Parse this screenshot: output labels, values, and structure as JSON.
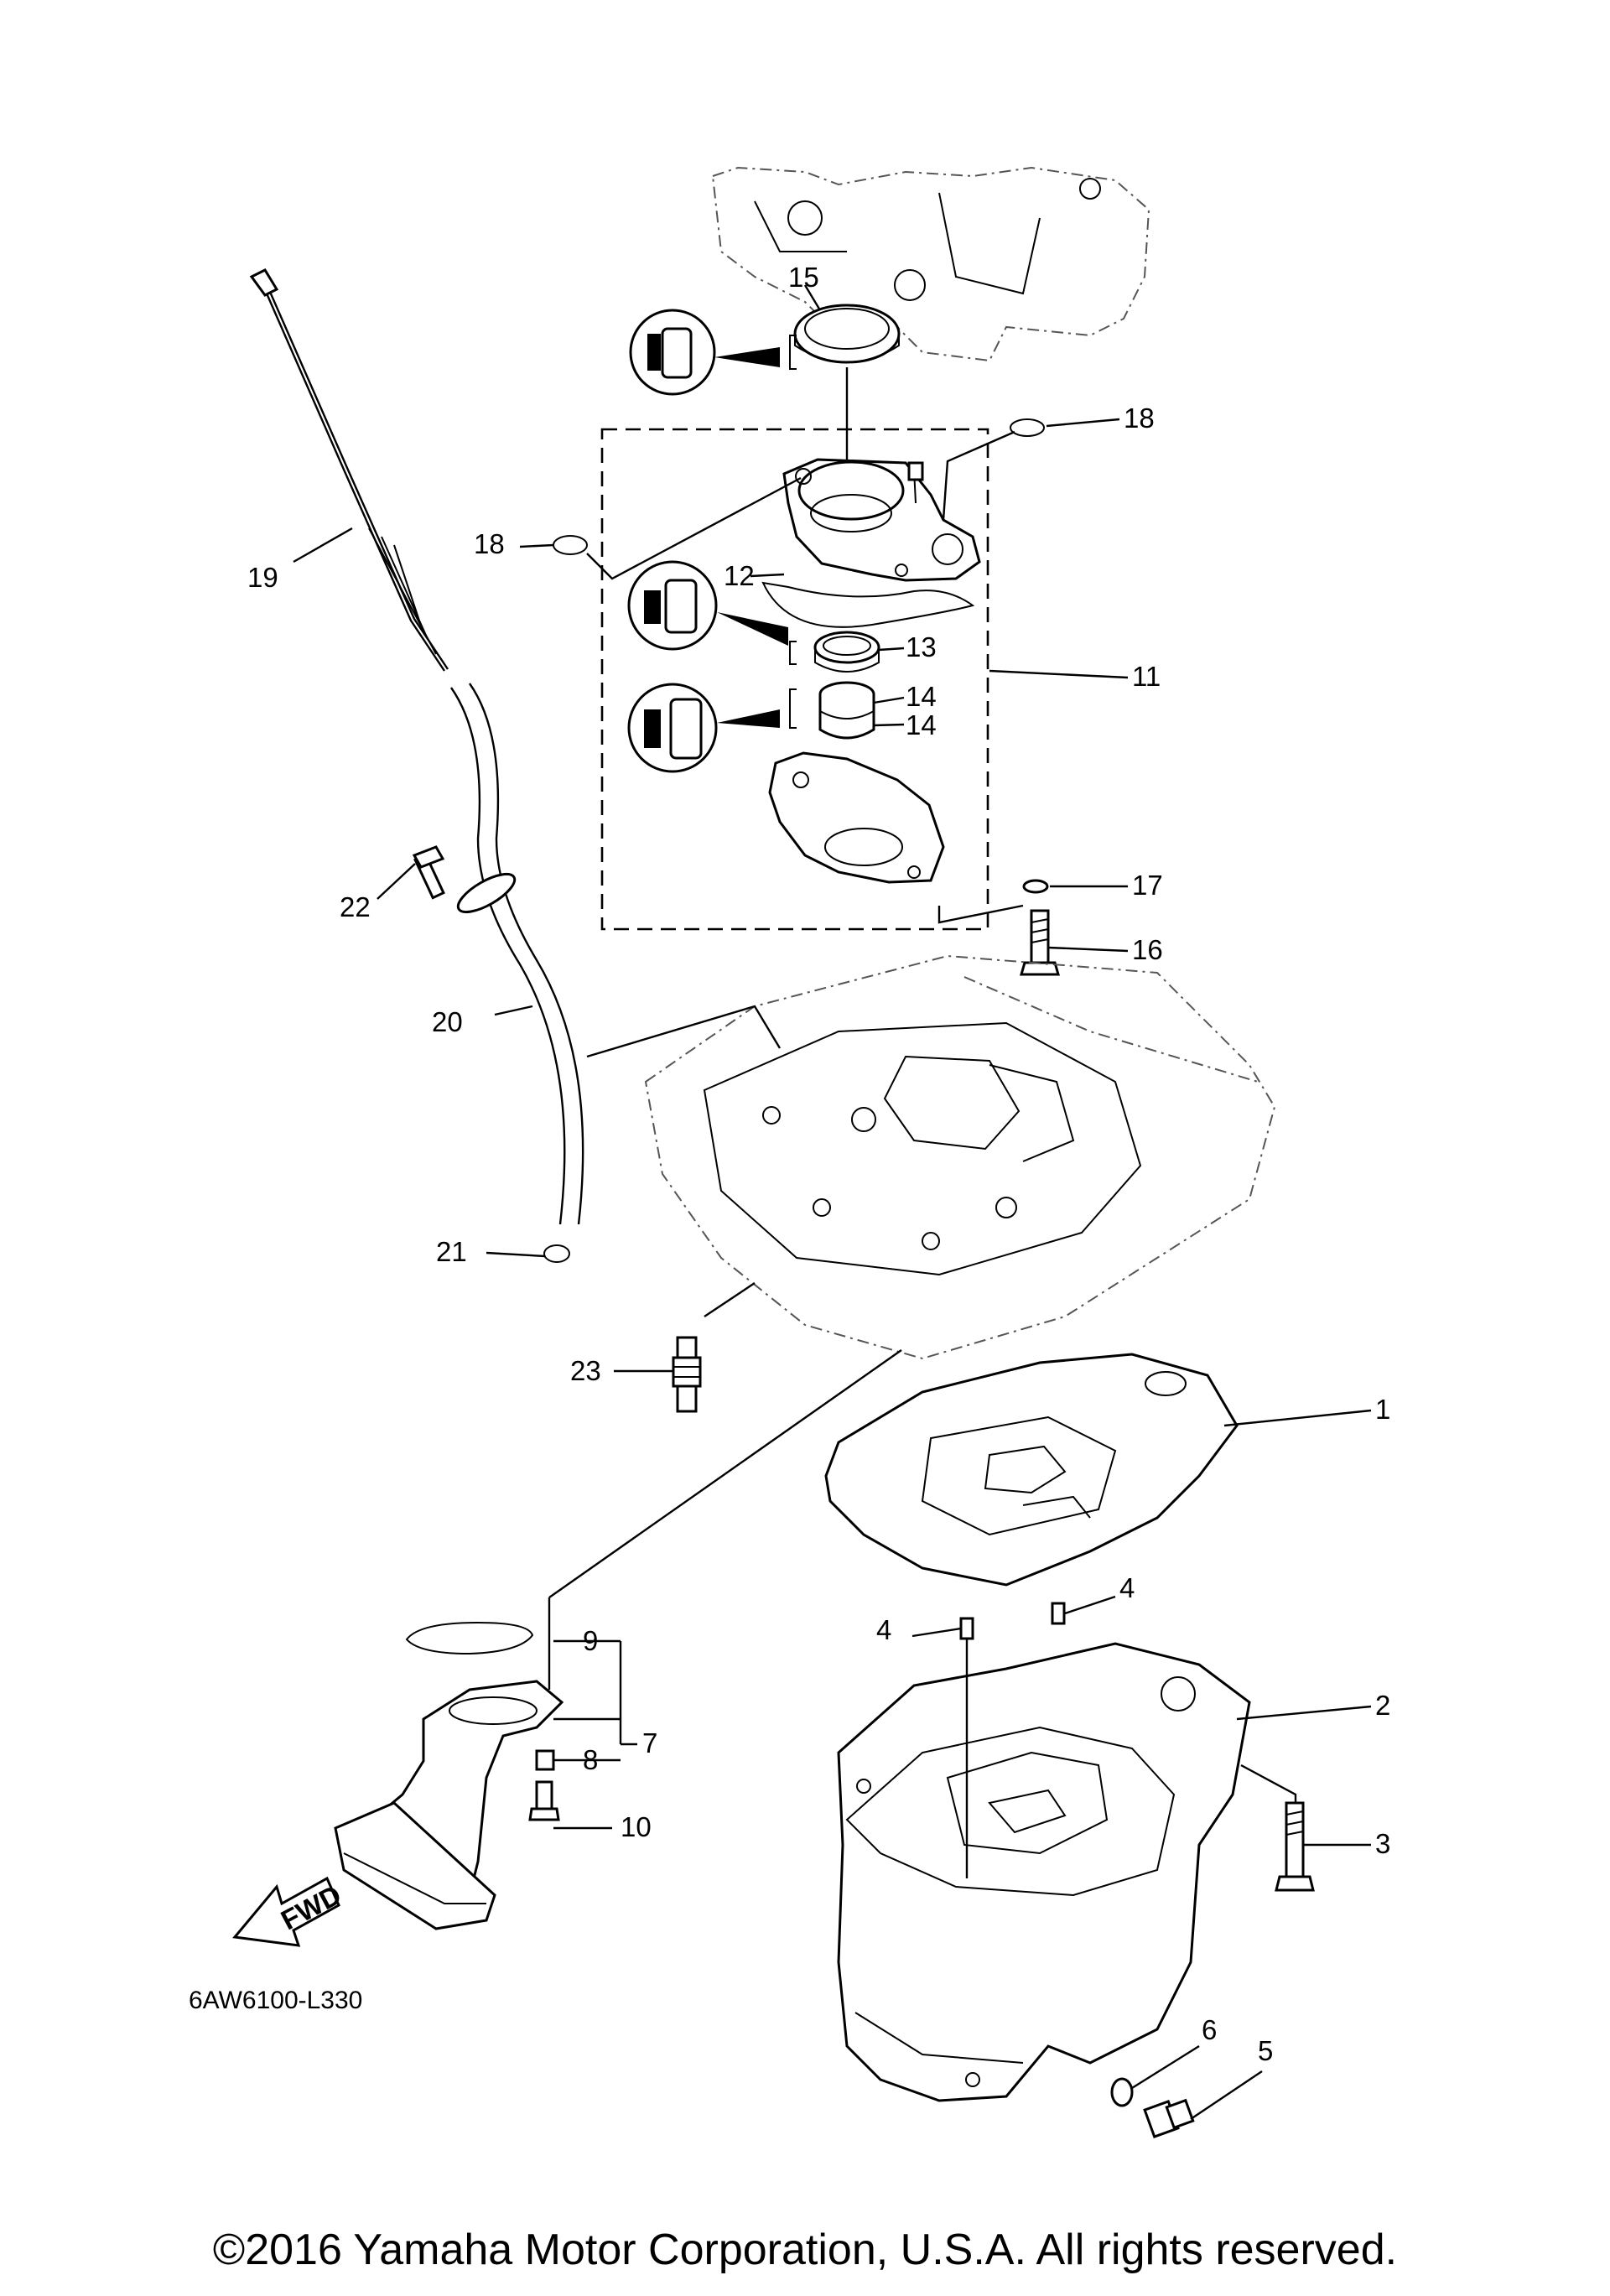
{
  "diagram": {
    "callouts": [
      {
        "id": "c1",
        "text": "1"
      },
      {
        "id": "c2",
        "text": "2"
      },
      {
        "id": "c3",
        "text": "3"
      },
      {
        "id": "c4a",
        "text": "4"
      },
      {
        "id": "c4b",
        "text": "4"
      },
      {
        "id": "c5",
        "text": "5"
      },
      {
        "id": "c6",
        "text": "6"
      },
      {
        "id": "c7",
        "text": "7"
      },
      {
        "id": "c8",
        "text": "8"
      },
      {
        "id": "c9",
        "text": "9"
      },
      {
        "id": "c10",
        "text": "10"
      },
      {
        "id": "c11",
        "text": "11"
      },
      {
        "id": "c12",
        "text": "12"
      },
      {
        "id": "c13",
        "text": "13"
      },
      {
        "id": "c14a",
        "text": "14"
      },
      {
        "id": "c14b",
        "text": "14"
      },
      {
        "id": "c15",
        "text": "15"
      },
      {
        "id": "c16",
        "text": "16"
      },
      {
        "id": "c17",
        "text": "17"
      },
      {
        "id": "c18a",
        "text": "18"
      },
      {
        "id": "c18b",
        "text": "18"
      },
      {
        "id": "c19",
        "text": "19"
      },
      {
        "id": "c20",
        "text": "20"
      },
      {
        "id": "c21",
        "text": "21"
      },
      {
        "id": "c22",
        "text": "22"
      },
      {
        "id": "c23",
        "text": "23"
      }
    ],
    "fwd_label": "FWD",
    "diagram_code": "6AW6100-L330",
    "copyright": "©2016 Yamaha Motor Corporation, U.S.A. All rights reserved."
  }
}
